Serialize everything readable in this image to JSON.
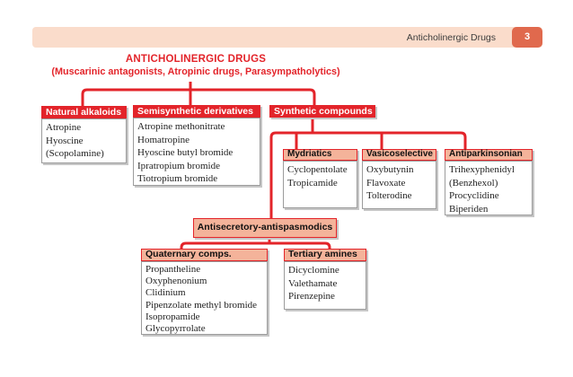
{
  "page_header": {
    "bar_title": "Anticholinergic Drugs",
    "page_number": "3"
  },
  "title": {
    "main": "ANTICHOLINERGIC DRUGS",
    "subtitle": "(Muscarinic antagonists, Atropinic drugs, Parasympatholytics)"
  },
  "colors": {
    "accent_red": "#e3242a",
    "salmon_header": "#f4b39a",
    "topbar_peach": "#fadccb",
    "badge_orange": "#e0694d",
    "box_shadow_gray": "#c6c6c6"
  },
  "tree": {
    "natural": {
      "label": "Natural alkaloids",
      "items": [
        "Atropine",
        "Hyoscine",
        "(Scopolamine)"
      ]
    },
    "semisynthetic": {
      "label": "Semisynthetic derivatives",
      "items": [
        "Atropine methonitrate",
        "Homatropine",
        "Hyoscine butyl bromide",
        "Ipratropium bromide",
        "Tiotropium bromide"
      ]
    },
    "synthetic": {
      "label": "Synthetic compounds"
    },
    "mydriatics": {
      "label": "Mydriatics",
      "items": [
        "Cyclopentolate",
        "Tropicamide"
      ]
    },
    "vasicoselective": {
      "label": "Vasicoselective",
      "items": [
        "Oxybutynin",
        "Flavoxate",
        "Tolterodine"
      ]
    },
    "antiparkinsonian": {
      "label": "Antiparkinsonian",
      "items": [
        "Trihexyphenidyl",
        "(Benzhexol)",
        "Procyclidine",
        "Biperiden"
      ]
    },
    "antisecretory": {
      "label": "Antisecretory-antispasmodics"
    },
    "quaternary": {
      "label": "Quaternary comps.",
      "items": [
        "Propantheline",
        "Oxyphenonium",
        "Clidinium",
        "Pipenzolate methyl bromide",
        "Isopropamide",
        "Glycopyrrolate"
      ]
    },
    "tertiary": {
      "label": "Tertiary amines",
      "items": [
        "Dicyclomine",
        "Valethamate",
        "Pirenzepine"
      ]
    }
  }
}
